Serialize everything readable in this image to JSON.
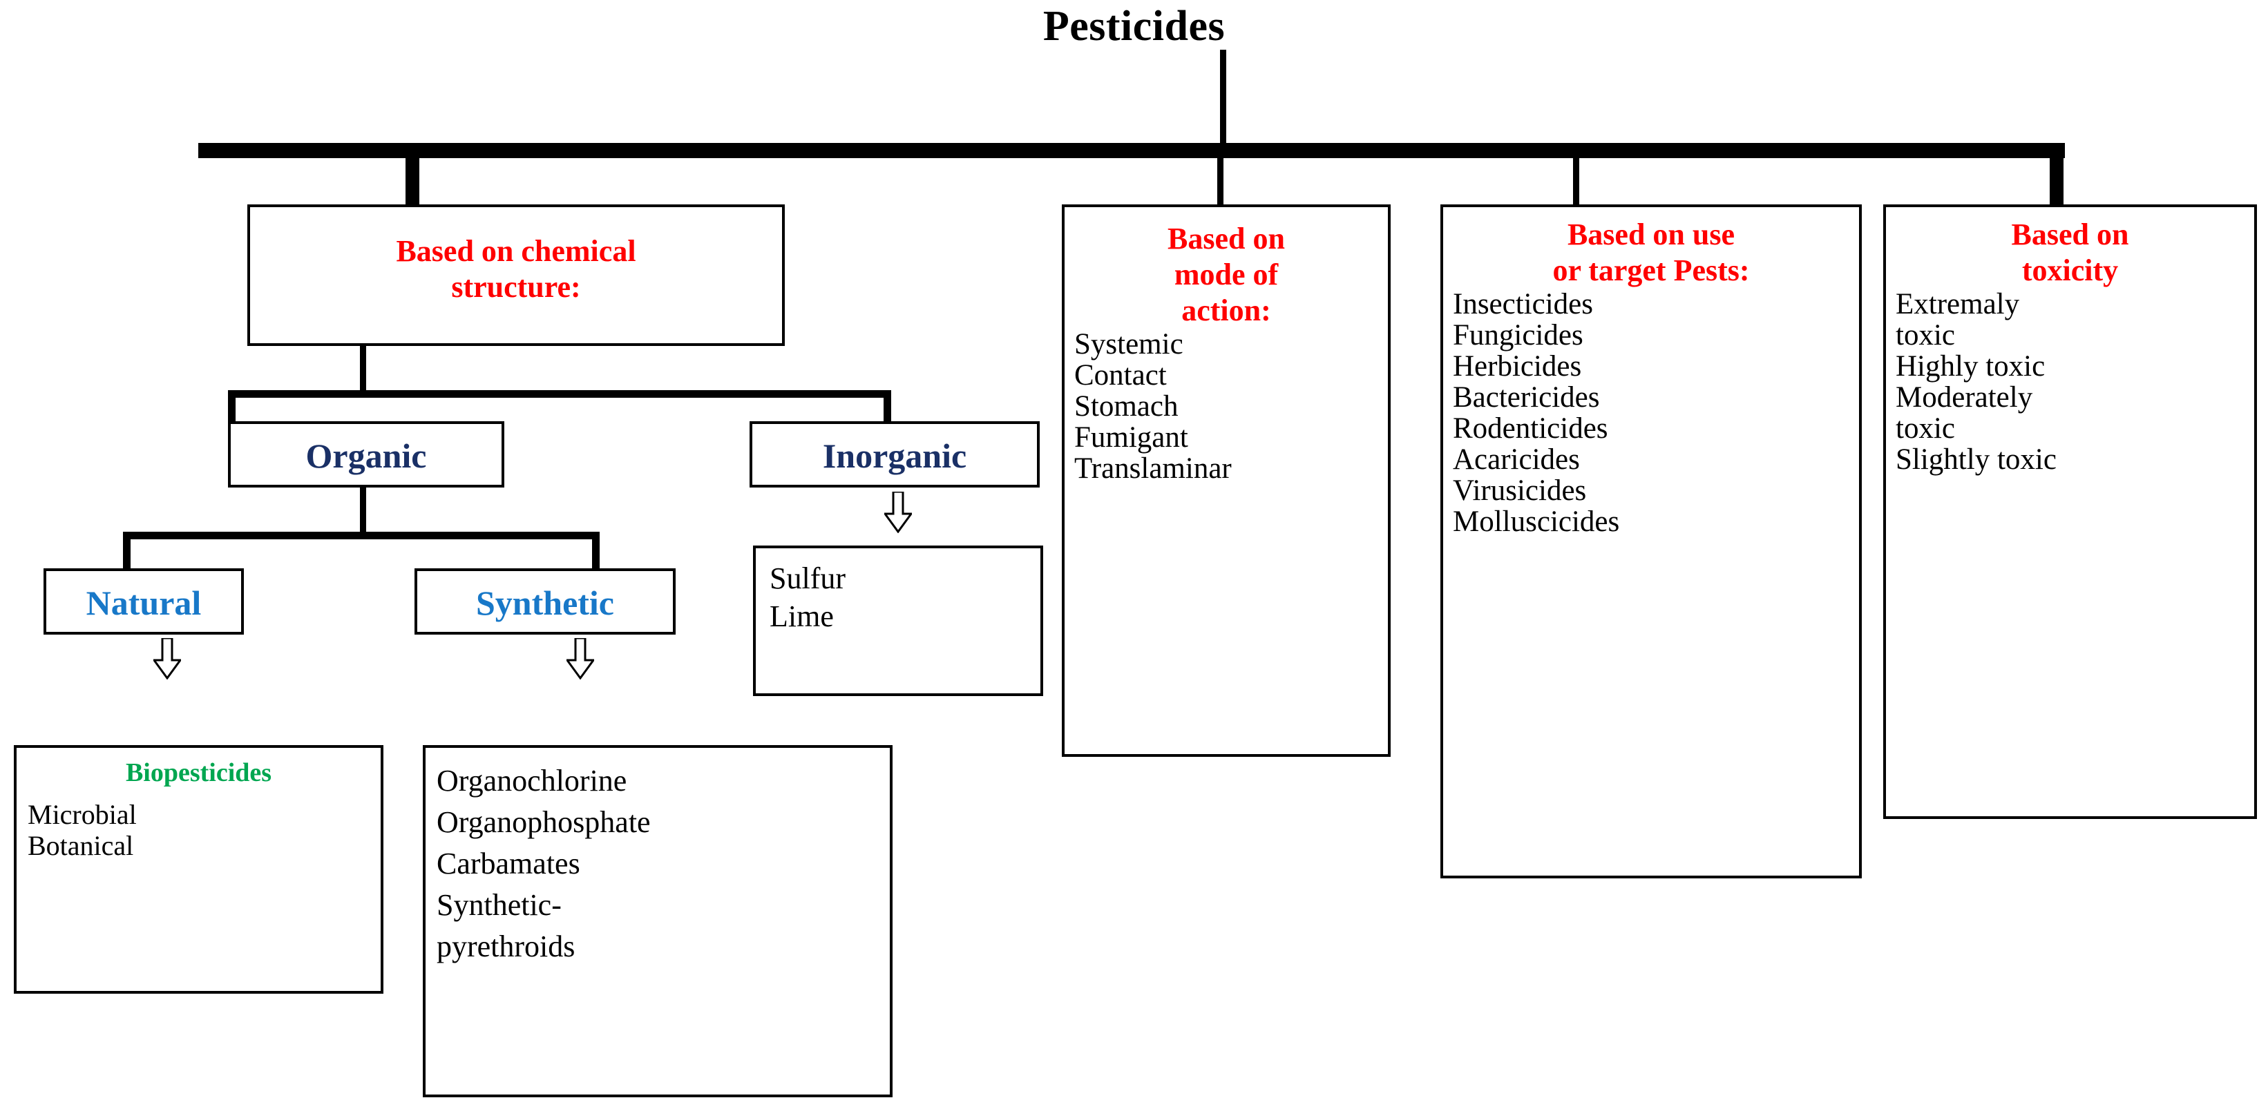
{
  "title": "Pesticides",
  "branches": {
    "chemical": {
      "heading_line1": "Based on chemical",
      "heading_line2": "structure:",
      "organic": "Organic",
      "inorganic": "Inorganic",
      "natural": "Natural",
      "synthetic": "Synthetic",
      "biopesticides_heading": "Biopesticides",
      "biopesticides_items": [
        "Microbial",
        "Botanical"
      ],
      "synthetic_items": [
        "Organochlorine",
        "Organophosphate",
        "Carbamates",
        "Synthetic-",
        "pyrethroids"
      ],
      "inorganic_items": [
        "Sulfur",
        "Lime"
      ]
    },
    "mode_of_action": {
      "heading_line1": "Based on",
      "heading_line2": "mode of",
      "heading_line3": "action:",
      "items": [
        "Systemic",
        "Contact",
        "Stomach",
        "Fumigant",
        "Translaminar"
      ]
    },
    "use_or_target": {
      "heading_line1": "Based on use",
      "heading_line2": "or target Pests:",
      "items": [
        "Insecticides",
        "Fungicides",
        "Herbicides",
        "Bactericides",
        "Rodenticides",
        "Acaricides",
        "Virusicides",
        "Molluscicides"
      ]
    },
    "toxicity": {
      "heading_line1": "Based on",
      "heading_line2": "toxicity",
      "items": [
        "Extremaly",
        "toxic",
        "Highly toxic",
        "Moderately",
        "toxic",
        "Slightly toxic"
      ]
    }
  },
  "colors": {
    "heading_red": "#ff0000",
    "navy": "#1a3066",
    "blue": "#1878c8",
    "green": "#00a650",
    "black": "#000000",
    "background": "#ffffff"
  },
  "icons": {
    "down_arrow": "block-down-arrow"
  }
}
